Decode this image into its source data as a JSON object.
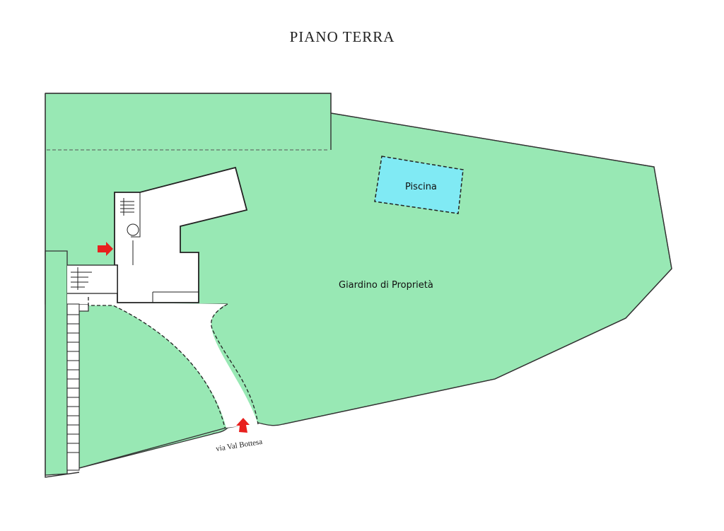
{
  "title": "PIANO TERRA",
  "labels": {
    "pool": "Piscina",
    "garden": "Giardino di Proprietà",
    "street": "via Val Bottesa"
  },
  "colors": {
    "garden": "#98e8b4",
    "pool": "#80eaf4",
    "arrow": "#e8201e",
    "lines": "#222222"
  },
  "icons": [
    "entrance-arrow-right",
    "entrance-arrow-up"
  ]
}
